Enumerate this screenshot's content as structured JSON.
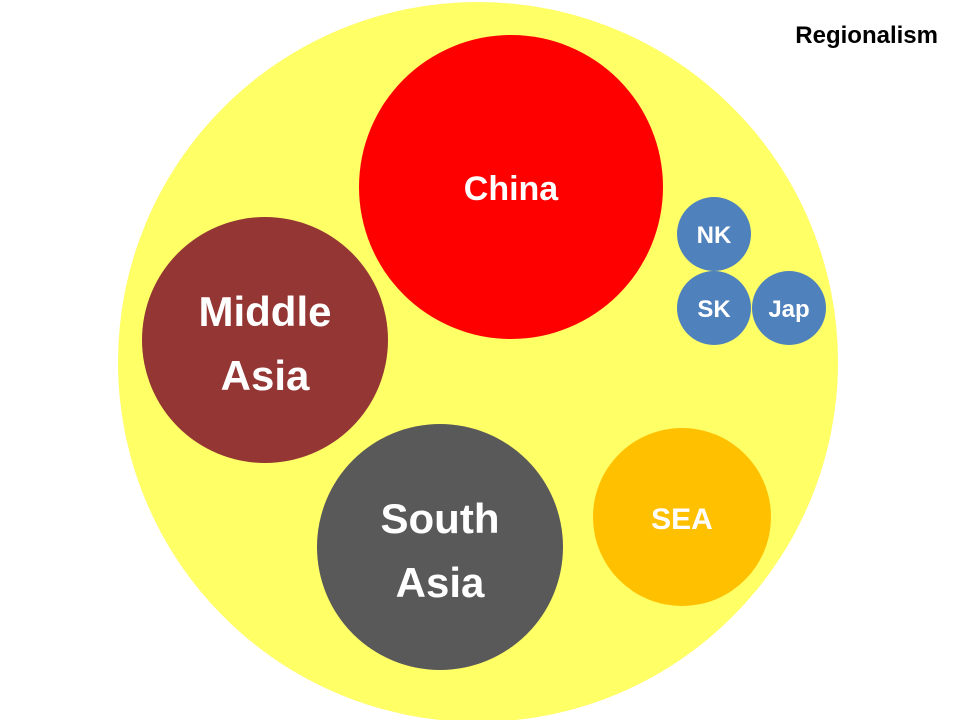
{
  "title": "Regionalism",
  "regions": {
    "asia": {
      "color": "#FFFF66"
    },
    "china": {
      "label": "China",
      "color": "#FF0000"
    },
    "middle_asia": {
      "label_line1": "Middle",
      "label_line2": "Asia",
      "color": "#943634"
    },
    "south_asia": {
      "label_line1": "South",
      "label_line2": "Asia",
      "color": "#595959"
    },
    "sea": {
      "label": "SEA",
      "color": "#FFC000"
    },
    "nk": {
      "label": "NK",
      "color": "#4F81BD"
    },
    "sk": {
      "label": "SK",
      "color": "#4F81BD"
    },
    "jap": {
      "label": "Jap",
      "color": "#4F81BD"
    }
  }
}
